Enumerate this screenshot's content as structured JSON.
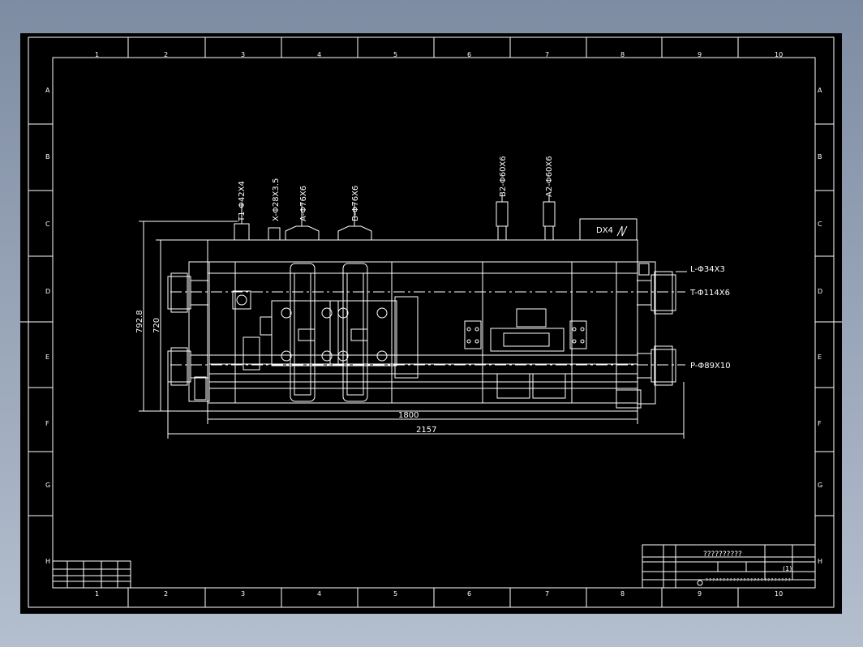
{
  "colors": {
    "background": "#000000",
    "lines": "#ffffff",
    "viewport_gradient_top": "#7e8ca3",
    "viewport_gradient_bottom": "#b4bfce"
  },
  "grid": {
    "columns": [
      "1",
      "2",
      "3",
      "4",
      "5",
      "6",
      "7",
      "8",
      "9",
      "10"
    ],
    "rows": [
      "A",
      "B",
      "C",
      "D",
      "E",
      "F",
      "G",
      "H"
    ]
  },
  "ports": {
    "t1": "T1-Φ42X4",
    "x": "X-Φ28X3.5",
    "a": "A-Φ76X6",
    "b": "B-Φ76X6",
    "b2": "B2-Φ60X6",
    "a2": "A2-Φ60X6",
    "l": "L-Φ34X3",
    "t": "T-Φ114X6",
    "p": "P-Φ89X10"
  },
  "device_label": "DX4",
  "dimensions": {
    "height_outer": "792.8",
    "height_inner": "720",
    "width_inner": "1800",
    "width_outer": "2157"
  },
  "title_block": {
    "name": "??????????",
    "scale": "(1)",
    "code": "? ? ? ? ? ? ? ? ? ? ? ? ? ? ? ? ? ? ? ? ? ? ? ? ?"
  }
}
